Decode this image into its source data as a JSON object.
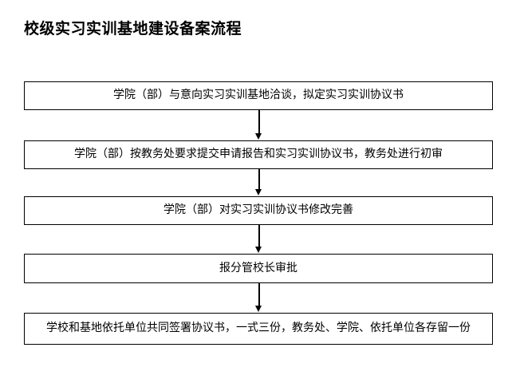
{
  "page": {
    "title": "校级实习实训基地建设备案流程",
    "background_color": "#ffffff",
    "line_color": "#000000",
    "text_color": "#000000"
  },
  "chart_data": {
    "type": "diagram",
    "diagram_kind": "flowchart",
    "orientation": "top-to-bottom",
    "title": "校级实习实训基地建设备案流程",
    "node_shape": "rectangle",
    "connector_style": "straight-line-with-filled-arrowhead",
    "nodes": [
      {
        "id": "step-1",
        "order": 1,
        "label": "学院（部）与意向实习实训基地洽谈，拟定实习实训协议书"
      },
      {
        "id": "step-2",
        "order": 2,
        "label": "学院（部）按教务处要求提交申请报告和实习实训协议书，教务处进行初审"
      },
      {
        "id": "step-3",
        "order": 3,
        "label": "学院（部）对实习实训协议书修改完善"
      },
      {
        "id": "step-4",
        "order": 4,
        "label": "报分管校长审批"
      },
      {
        "id": "step-5",
        "order": 5,
        "label": "学校和基地依托单位共同签署协议书，一式三份，教务处、学院、依托单位各存留一份"
      }
    ],
    "edges": [
      {
        "from": "step-1",
        "to": "step-2",
        "label": ""
      },
      {
        "from": "step-2",
        "to": "step-3",
        "label": ""
      },
      {
        "from": "step-3",
        "to": "step-4",
        "label": ""
      },
      {
        "from": "step-4",
        "to": "step-5",
        "label": ""
      }
    ]
  }
}
